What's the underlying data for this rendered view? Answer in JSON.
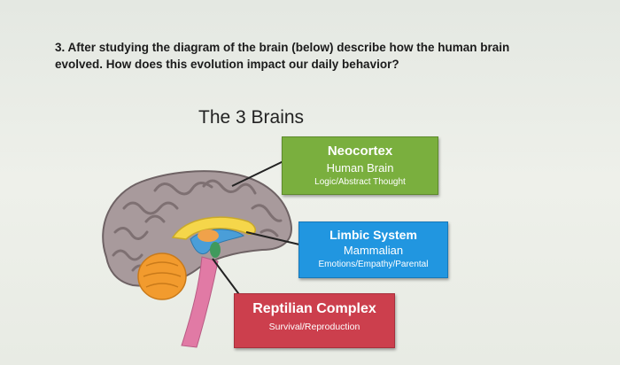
{
  "question": {
    "line1": "3. After studying the diagram of the brain (below) describe how the human brain",
    "line2": "evolved. How does this evolution impact our daily behavior?"
  },
  "diagram": {
    "title": "The 3 Brains",
    "neocortex": {
      "title": "Neocortex",
      "subtitle": "Human Brain",
      "detail": "Logic/Abstract Thought",
      "color": "#7aaf3e"
    },
    "limbic": {
      "title": "Limbic System",
      "subtitle": "Mammalian",
      "detail": "Emotions/Empathy/Parental",
      "color": "#2196e0"
    },
    "reptilian": {
      "title": "Reptilian Complex",
      "detail": "Survival/Reproduction",
      "color": "#cc3f4d"
    }
  }
}
